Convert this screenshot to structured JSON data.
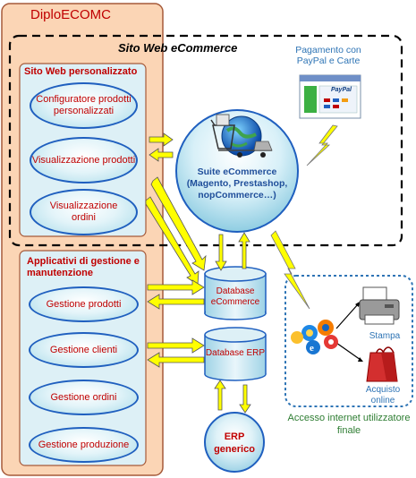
{
  "app": {
    "title": "DiploECOMC"
  },
  "website_box": {
    "title": "Sito Web eCommerce"
  },
  "custom_site_panel": {
    "title": "Sito Web personalizzato",
    "items": [
      {
        "label": "Configuratore prodotti personalizzati"
      },
      {
        "label": "Visualizzazione prodotti"
      },
      {
        "label": "Visualizzazione ordini"
      }
    ]
  },
  "management_panel": {
    "title": "Applicativi di gestione e manutenzione",
    "items": [
      {
        "label": "Gestione prodotti"
      },
      {
        "label": "Gestione clienti"
      },
      {
        "label": "Gestione ordini"
      },
      {
        "label": "Gestione produzione"
      }
    ]
  },
  "payment": {
    "label": "Pagamento con PayPal e Carte",
    "brand": "PayPal"
  },
  "suite": {
    "label": "Suite eCommerce (Magento, Prestashop, nopCommerce…)"
  },
  "databases": [
    {
      "label": "Database eCommerce"
    },
    {
      "label": "Database ERP"
    }
  ],
  "erp": {
    "label": "ERP generico"
  },
  "access": {
    "print_label": "Stampa",
    "purchase_label": "Acquisto online",
    "caption": "Accesso internet utilizzatore finale"
  },
  "colors": {
    "panel_fill": "#fbd5b5",
    "panel_border": "#a65a3a",
    "red_text": "#c00000",
    "oval_border": "#1f5fbf",
    "arrow_yellow": "#ffff00",
    "access_border": "#2e74b5",
    "access_text": "#2e7d32"
  },
  "icons": [
    "globe-cart-icon",
    "browser-icons",
    "printer-icon",
    "shopping-bag-icon",
    "lightning-icon",
    "paypal-window-icon"
  ]
}
